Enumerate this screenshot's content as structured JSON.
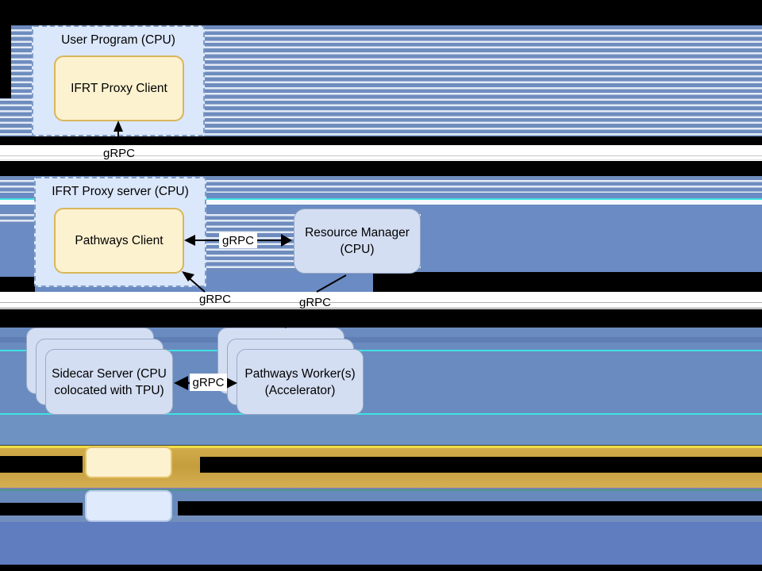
{
  "diagram": {
    "title_hint": "IFRT Proxy / Pathways architecture diagram over glitched striped background",
    "nodes": {
      "user_program": {
        "label": "User Program (CPU)"
      },
      "ifrt_proxy_client": {
        "label": "IFRT Proxy Client"
      },
      "ifrt_proxy_server": {
        "label": "IFRT Proxy server (CPU)"
      },
      "pathways_client": {
        "label": "Pathways Client"
      },
      "resource_manager": {
        "label": "Resource Manager\n(CPU)"
      },
      "sidecar_server": {
        "label": "Sidecar Server (CPU\ncolocated with TPU)"
      },
      "pathways_workers": {
        "label": "Pathways Worker(s)\n(Accelerator)"
      }
    },
    "edge_labels": {
      "client_to_server": "gRPC",
      "pathways_to_rm": "gRPC",
      "pathways_to_workers": "gRPC",
      "rm_to_workers": "gRPC",
      "sidecar_to_workers": "gRPC"
    },
    "legend": {
      "yellow_swatch_color": "#fdf2cf",
      "blue_swatch_color": "#dfeafc",
      "labels_redacted": true
    },
    "palette": {
      "stripe_blue": "#6e8cbe",
      "stripe_light": "#e3eaf5",
      "solid_blue": "#6a8bc3",
      "mid_blue": "#6a8bc0",
      "deep_blue": "#5f7dbf",
      "gold_band": "#cda647",
      "yellow_glitch_line": "#f0df45",
      "cyan_glitch_line": "#3fe2e2",
      "container_fill": "#dbe7fa",
      "container_border": "#7d9cc8",
      "inner_yellow_fill": "#fdf2cf",
      "inner_yellow_border": "#d9b65a",
      "node_fill": "#d4def2",
      "node_border": "#97aac9",
      "arrow": "#000000"
    }
  }
}
